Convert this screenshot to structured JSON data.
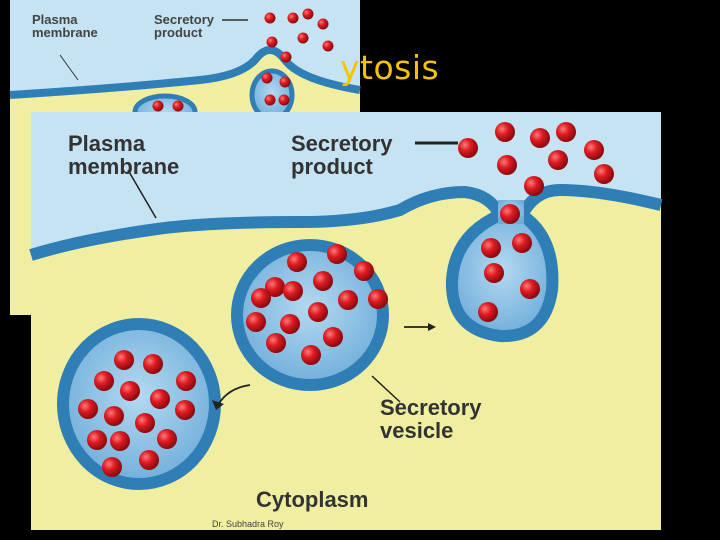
{
  "slide": {
    "title_fragment": "ytosis",
    "credit": "Dr. Subhadra Roy"
  },
  "small_diagram": {
    "plasma_membrane": "Plasma\nmembrane",
    "secretory_product": "Secretory\nproduct"
  },
  "main_diagram": {
    "plasma_membrane": "Plasma\nmembrane",
    "secretory_product": "Secretory\nproduct",
    "secretory_vesicle": "Secretory\nvesicle",
    "cytoplasm": "Cytoplasm"
  },
  "colors": {
    "background": "#000000",
    "title": "#f5c400",
    "extracellular": "#c5e3f2",
    "cytoplasm": "#f0eea0",
    "membrane": "#2f7fb6",
    "vesicle_lumen": "#8fc3e6",
    "product": "#d0181e"
  }
}
